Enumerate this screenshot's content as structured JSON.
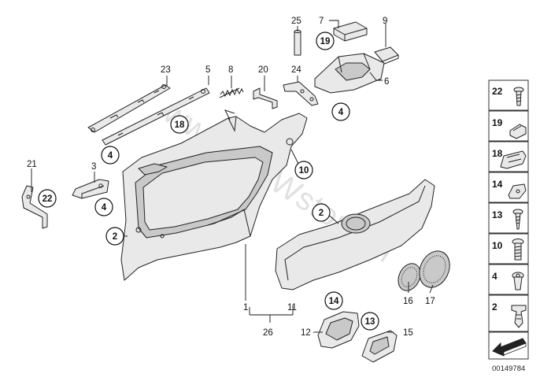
{
  "diagram": {
    "watermark": "www.BMWstore.pl",
    "drawing_number": "00149784",
    "callouts": [
      "1",
      "2",
      "3",
      "4",
      "5",
      "6",
      "7",
      "8",
      "9",
      "10",
      "11",
      "12",
      "13",
      "14",
      "15",
      "16",
      "17",
      "18",
      "19",
      "20",
      "21",
      "22",
      "23",
      "24",
      "25",
      "26"
    ],
    "circled_callouts": [
      "2",
      "4",
      "10",
      "13",
      "14",
      "18",
      "19",
      "22"
    ],
    "legend_items": [
      "22",
      "19",
      "18",
      "14",
      "13",
      "10",
      "4",
      "2"
    ]
  }
}
